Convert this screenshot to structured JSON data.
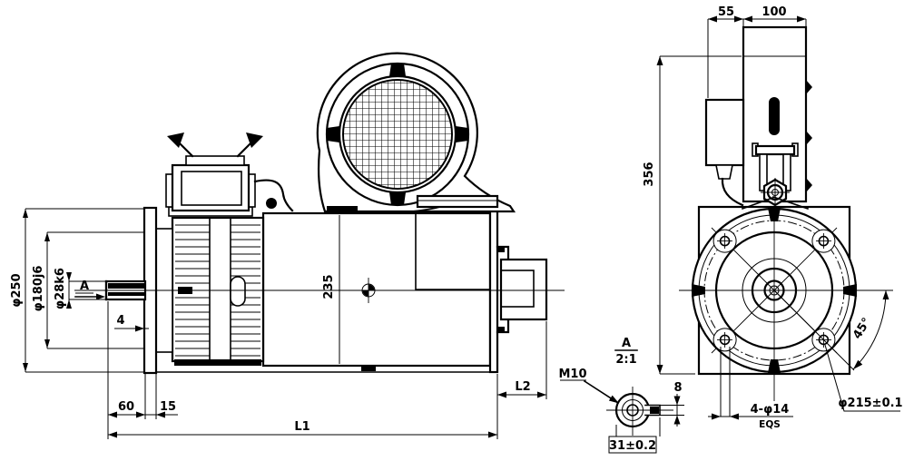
{
  "colors": {
    "ink": "#000000",
    "paper": "#ffffff"
  },
  "side_view": {
    "flange_outer_dia": "φ250",
    "flange_spigot_dia": "φ180j6",
    "shaft_dia": "φ28k6",
    "detail_marker": "A",
    "key_offset": "4",
    "shaft_extension": "60",
    "flange_thickness": "15",
    "overall_length": "L1",
    "rear_length": "L2",
    "center_height": "235"
  },
  "front_view": {
    "terminal_box_depth": "55",
    "blower_width": "100",
    "overall_height": "356",
    "hole_angle": "45°",
    "mounting_holes": "4-φ14",
    "hole_spacing_note": "EQS",
    "bolt_circle_dia": "φ215±0.1"
  },
  "detail_view": {
    "marker": "A",
    "scale": "2:1",
    "thread": "M10",
    "keyway_width": "8",
    "width_across_key": "31±0.2"
  }
}
